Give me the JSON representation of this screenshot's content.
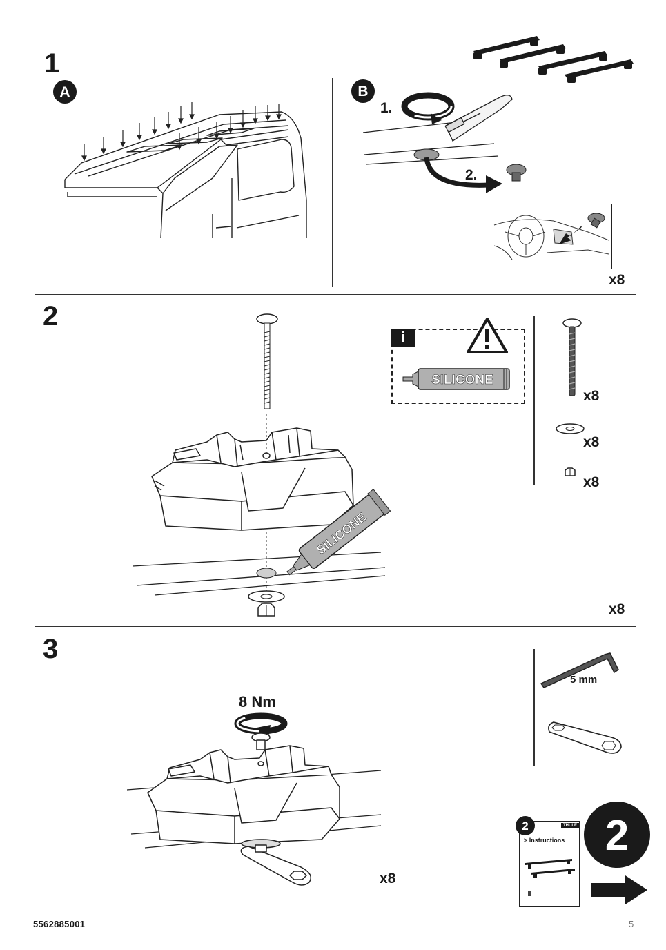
{
  "steps": {
    "s1": "1",
    "s2": "2",
    "s3": "3"
  },
  "substeps": {
    "a": "A",
    "b": "B",
    "b1": "1.",
    "b2": "2."
  },
  "quantities": {
    "step1": "x8",
    "step2_bolt": "x8",
    "step2_washer": "x8",
    "step2_nut": "x8",
    "step2": "x8",
    "step3": "x8"
  },
  "labels": {
    "silicone": "SILICONE",
    "info": "i",
    "torque": "8 Nm",
    "allen_key": "5 mm",
    "booklet_step": "2",
    "booklet_instructions": "> Instructions",
    "booklet_brand": "THULE",
    "next_step": "2"
  },
  "footer": {
    "code": "5562885001",
    "page": "5"
  },
  "icons": [
    "roof-bars-icon",
    "rotate-arrow-icon",
    "warning-triangle-icon",
    "info-icon",
    "silicone-tube-icon",
    "bolt-icon",
    "washer-icon",
    "nut-icon",
    "allen-key-icon",
    "wrench-icon",
    "next-arrow-icon"
  ]
}
